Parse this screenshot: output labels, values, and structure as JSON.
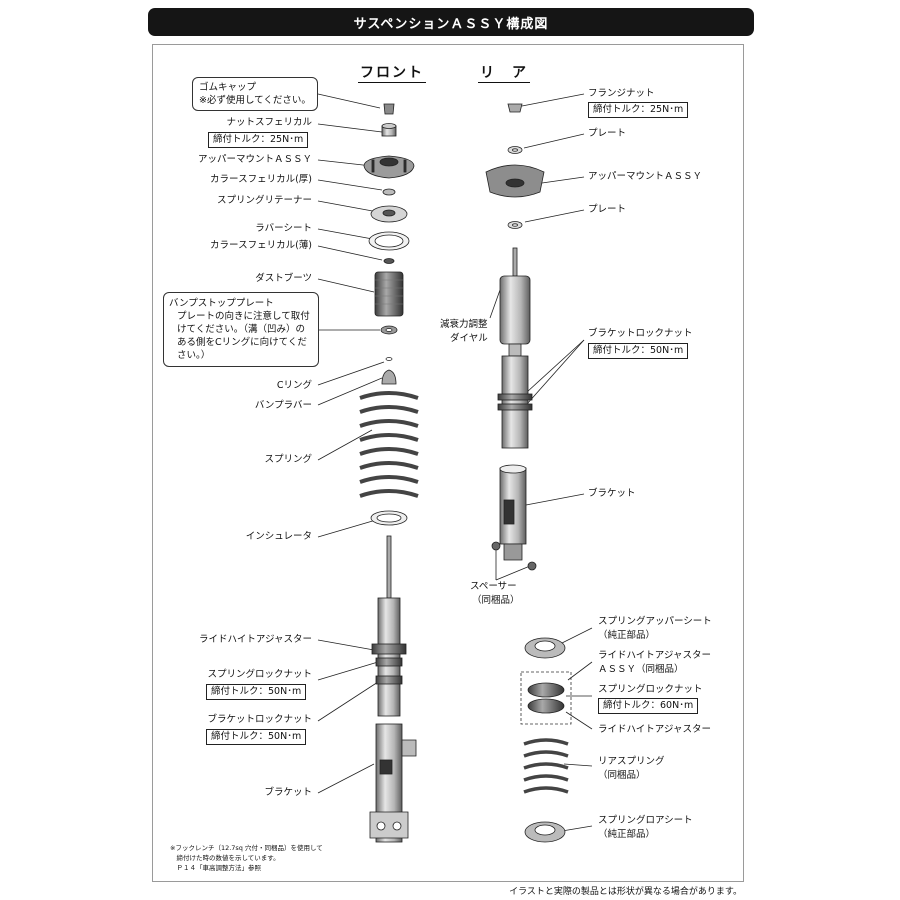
{
  "header": {
    "title": "サスペンションＡＳＳＹ構成図"
  },
  "columns": {
    "front": "フロント",
    "rear": "リ　ア"
  },
  "front": {
    "rubber_cap": {
      "title": "ゴムキャップ",
      "note": "※必ず使用してください。"
    },
    "nut_spherical": "ナットスフェリカル",
    "nut_torque": "締付トルク：25N･m",
    "upper_mount": "アッパーマウントＡＳＳＹ",
    "collar_thick": "カラースフェリカル(厚)",
    "spring_retainer": "スプリングリテーナー",
    "rubber_seat": "ラバーシート",
    "collar_thin": "カラースフェリカル(薄)",
    "dust_boot": "ダストブーツ",
    "bump_plate": {
      "title": "バンプストッププレート",
      "note": "プレートの向きに注意して取付けてください。（溝（凹み）のある側をCリングに向けてください。）"
    },
    "c_ring": "Cリング",
    "bump_rubber": "バンプラバー",
    "spring": "スプリング",
    "insulator": "インシュレータ",
    "ride_height_adjuster": "ライドハイトアジャスター",
    "spring_lock_nut": "スプリングロックナット",
    "spring_lock_torque": "締付トルク：50N･m",
    "bracket_lock_nut": "ブラケットロックナット",
    "bracket_lock_torque": "締付トルク：50N･m",
    "bracket": "ブラケット",
    "footnote": [
      "※フックレンチ（12.7sq 穴付・同梱品）を使用して",
      "　締付けた時の数値を示しています。",
      "　Ｐ１４「車高調整方法」参照"
    ]
  },
  "rear": {
    "flange_nut": "フランジナット",
    "flange_torque": "締付トルク：25N･m",
    "plate_top": "プレート",
    "upper_mount": "アッパーマウントＡＳＳＹ",
    "plate_bottom": "プレート",
    "damping_dial": [
      "減衰力調整",
      "ダイヤル"
    ],
    "bracket_lock_nut": "ブラケットロックナット",
    "bracket_lock_torque": "締付トルク：50N･m",
    "bracket": "ブラケット",
    "spacer": [
      "スペーサー",
      "（同梱品）"
    ],
    "spring_upper_seat": [
      "スプリングアッパーシート",
      "（純正部品）"
    ],
    "ride_height_assy": [
      "ライドハイトアジャスター",
      "ＡＳＳＹ（同梱品）"
    ],
    "spring_lock_nut": "スプリングロックナット",
    "spring_lock_torque": "締付トルク：60N･m",
    "ride_height_adjuster": "ライドハイトアジャスター",
    "rear_spring": [
      "リアスプリング",
      "（同梱品）"
    ],
    "spring_lower_seat": [
      "スプリングロアシート",
      "（純正部品）"
    ]
  },
  "footer": "イラストと実際の製品とは形状が異なる場合があります。"
}
